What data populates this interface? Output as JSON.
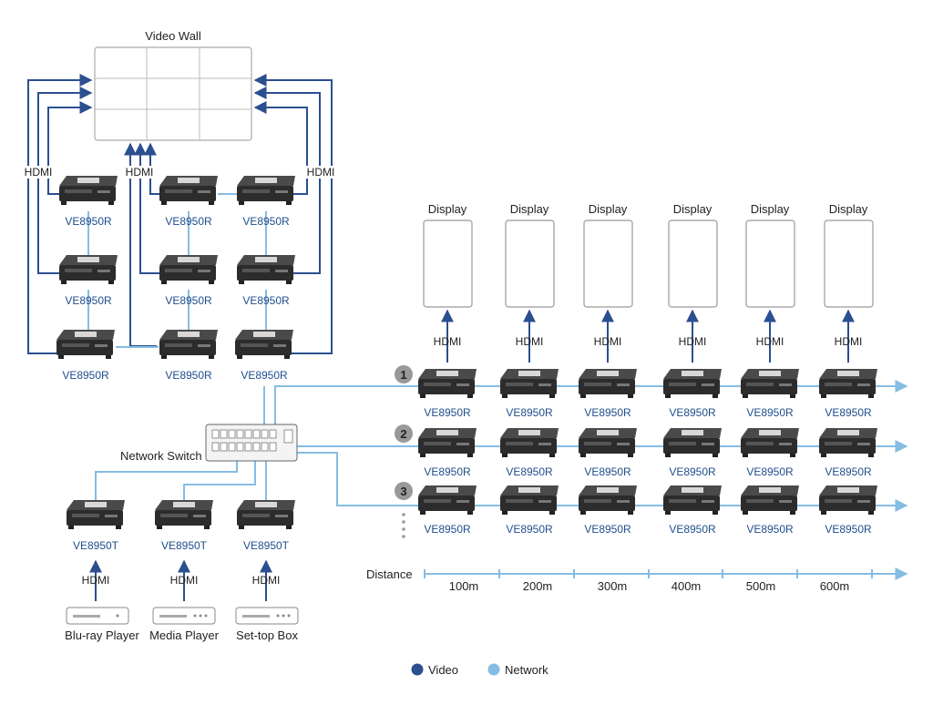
{
  "video_wall": {
    "title": "Video Wall"
  },
  "hdmi_label": "HDMI",
  "receiver_model": "VE8950R",
  "transmitter_model": "VE8950T",
  "display_label": "Display",
  "network_switch": {
    "label": "Network Switch"
  },
  "sources": [
    {
      "label": "Blu-ray Player"
    },
    {
      "label": "Media Player"
    },
    {
      "label": "Set-top Box"
    }
  ],
  "chain_numbers": [
    "1",
    "2",
    "3"
  ],
  "distance": {
    "label": "Distance",
    "ticks": [
      "100m",
      "200m",
      "300m",
      "400m",
      "500m",
      "600m"
    ]
  },
  "legend": {
    "video": {
      "label": "Video",
      "color": "#2b4f8f"
    },
    "network": {
      "label": "Network",
      "color": "#85bde3"
    }
  }
}
